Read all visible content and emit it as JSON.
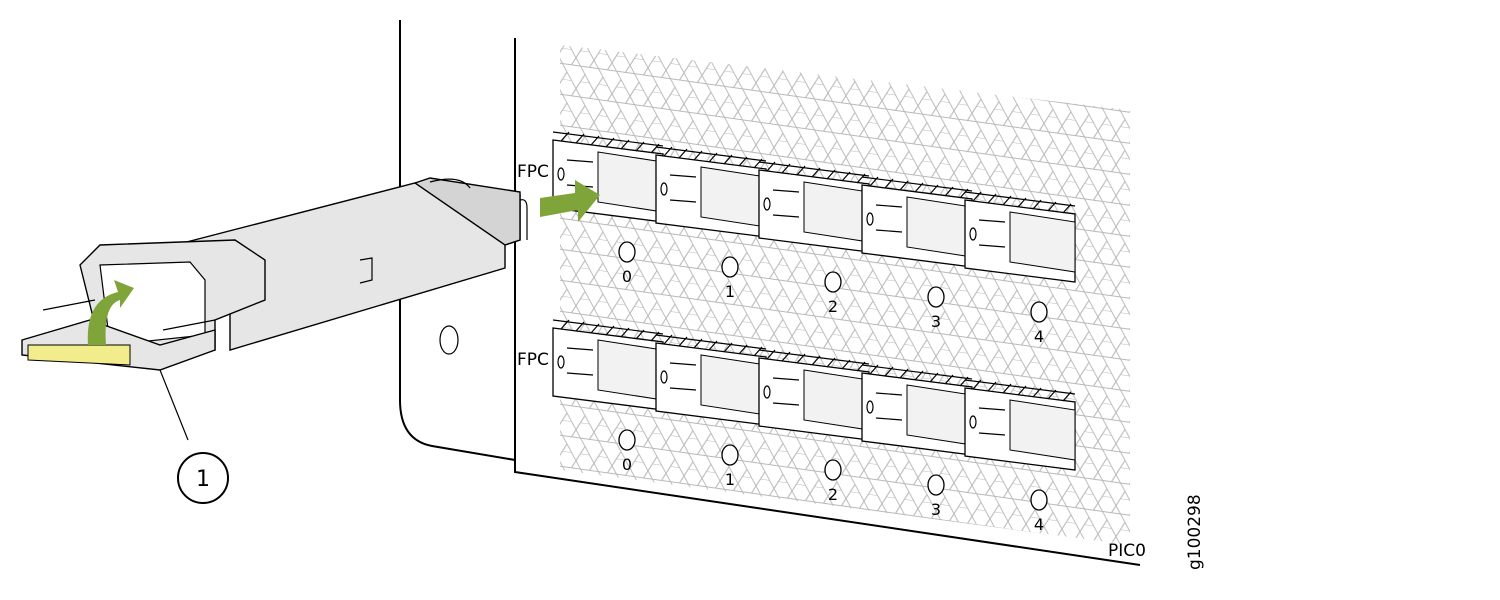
{
  "figure_id": "g100298",
  "callout": "1",
  "panel": {
    "pic_label": "PIC0",
    "rows": [
      {
        "label": "FPC",
        "ports": [
          "0",
          "1",
          "2",
          "3",
          "4"
        ]
      },
      {
        "label": "FPC",
        "ports": [
          "0",
          "1",
          "2",
          "3",
          "4"
        ]
      }
    ]
  },
  "colors": {
    "arrow": "#7ea43a",
    "pull_tab": "#f3ec8c",
    "module": "#e6e6e6",
    "hex": "#b8b8b8"
  }
}
